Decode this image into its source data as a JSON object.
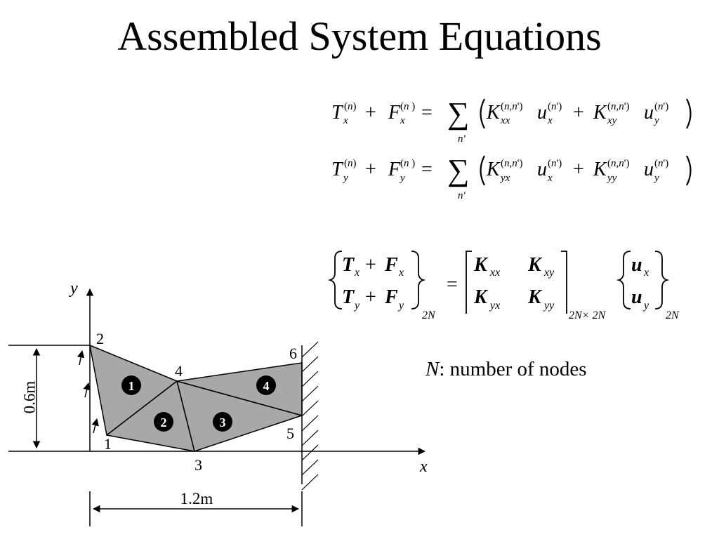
{
  "title": "Assembled System Equations",
  "equation_1": "T_x^(n) + F_x^(n) = Σ_n' ( K_xx^(n,n') u_x^(n') + K_xy^(n,n') u_y^(n') )",
  "equation_2": "T_y^(n) + F_y^(n) = Σ_n' ( K_yx^(n,n') u_x^(n') + K_yy^(n,n') u_y^(n') )",
  "matrix_equation": "{T_x + F_x ; T_y + F_y}_2N = [K_xx K_xy ; K_yx K_yy]_(2N×2N) {u_x ; u_y}_2N",
  "subscripts": {
    "vector": "2N",
    "matrix": "2N× 2N"
  },
  "note": {
    "symbol": "N",
    "text": ": number of nodes"
  },
  "figure": {
    "axis_x_label": "x",
    "axis_y_label": "y",
    "node_labels": [
      "1",
      "2",
      "3",
      "4",
      "5",
      "6"
    ],
    "element_labels": [
      "1",
      "2",
      "3",
      "4"
    ],
    "height_dimension": "0.6m",
    "width_dimension": "1.2m",
    "colors": {
      "mesh_fill": "#a8a8a8",
      "element_marker": "#000000"
    }
  }
}
